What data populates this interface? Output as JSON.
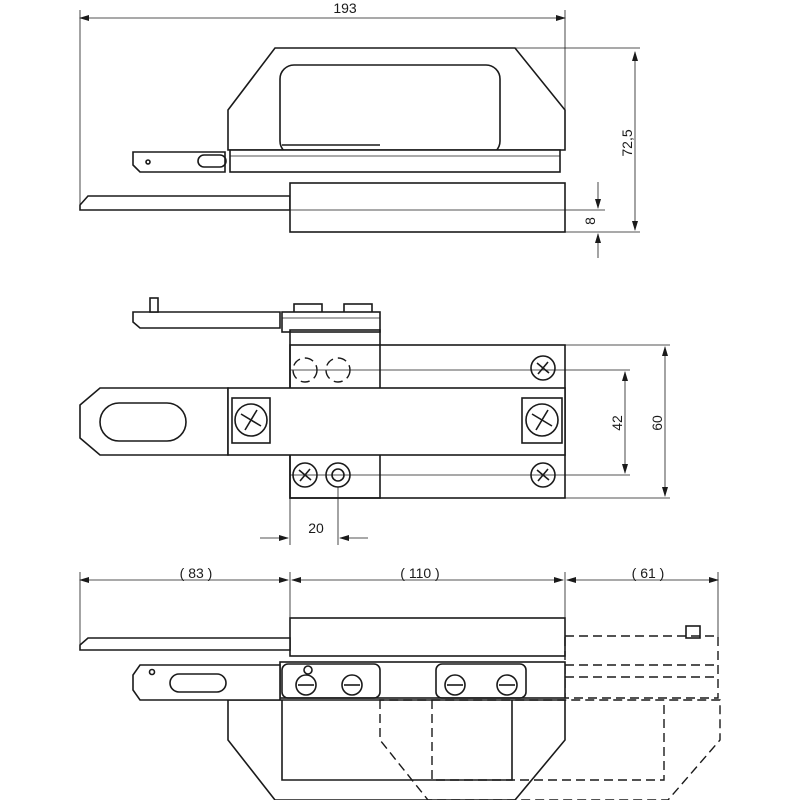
{
  "drawing": {
    "views": [
      "top-view",
      "front-view",
      "bottom-view"
    ],
    "dimensions": {
      "overall_length": "193",
      "height": "72,5",
      "base_thickness": "8",
      "hole_spacing_vertical": "42",
      "plate_height": "60",
      "hole_spacing_horizontal": "20",
      "left_overhang": "( 83 )",
      "body_length": "( 110 )",
      "right_travel": "( 61 )"
    }
  }
}
